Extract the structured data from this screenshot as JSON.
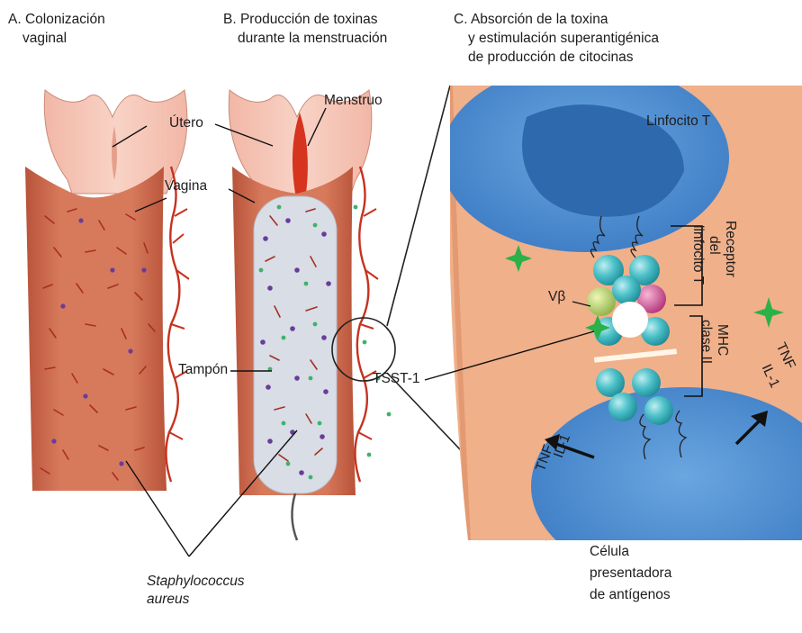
{
  "panels": {
    "a": {
      "line1": "A. Colonización",
      "line2": "vaginal"
    },
    "b": {
      "line1": "B. Producción de toxinas",
      "line2": "durante la menstruación"
    },
    "c": {
      "line1": "C. Absorción de la toxina",
      "line2": "y estimulación superantigénica",
      "line3": "de producción de citocinas"
    }
  },
  "labels": {
    "utero": "Útero",
    "menstruo": "Menstruo",
    "vagina": "Vagina",
    "tampon": "Tampón",
    "tsst": "TSST-1",
    "staph_line1": "Staphylococcus",
    "staph_line2": "aureus",
    "linfocito": "Linfocito T",
    "vbeta": "Vβ",
    "receptor_1": "Receptor",
    "receptor_2": "del",
    "receptor_3": "linfocito T",
    "mhc_1": "MHC",
    "mhc_2": "clase II",
    "tnf_right": "TNF",
    "il1_right": "IL-1",
    "tnf_left": "TNF",
    "il1_left": "IL-1",
    "apc_1": "Célula",
    "apc_2": "presentadora",
    "apc_3": "de antígenos"
  }
}
